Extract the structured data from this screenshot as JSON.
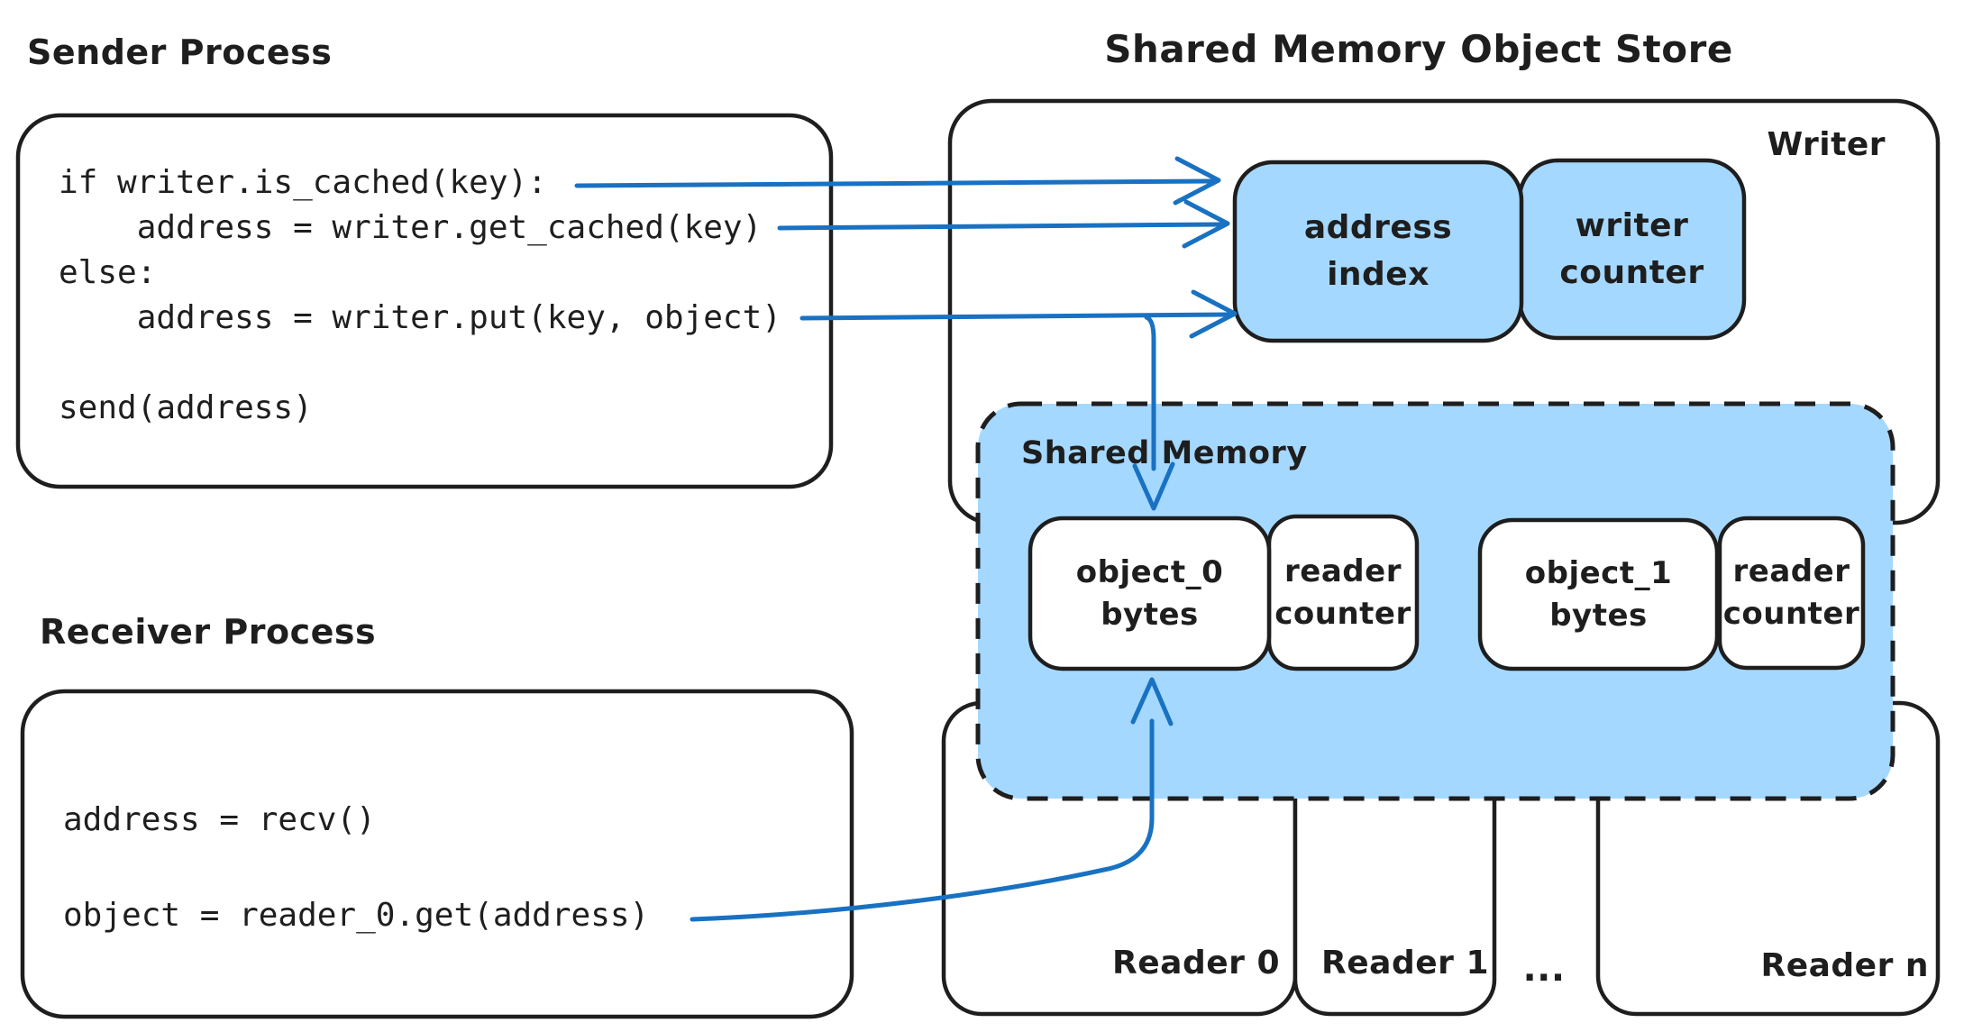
{
  "colors": {
    "ink": "#1e1e1e",
    "blue_fill": "#a5d8ff",
    "blue_stroke": "#1971c2",
    "background": "#ffffff"
  },
  "sender": {
    "title": "Sender Process",
    "code_lines": [
      "if writer.is_cached(key):",
      "    address = writer.get_cached(key)",
      "else:",
      "    address = writer.put(key, object)",
      "",
      "send(address)"
    ]
  },
  "receiver": {
    "title": "Receiver Process",
    "code_lines": [
      "address = recv()",
      "object = reader_0.get(address)"
    ]
  },
  "store": {
    "title": "Shared Memory Object Store",
    "writer_label": "Writer",
    "address_index": {
      "line1": "address",
      "line2": "index"
    },
    "writer_counter": {
      "line1": "writer",
      "line2": "counter"
    },
    "shared_memory": {
      "label": "Shared Memory",
      "slots": [
        {
          "name_l1": "object_0",
          "name_l2": "bytes",
          "counter_l1": "reader",
          "counter_l2": "counter"
        },
        {
          "name_l1": "object_1",
          "name_l2": "bytes",
          "counter_l1": "reader",
          "counter_l2": "counter"
        }
      ]
    },
    "readers": {
      "reader0": "Reader 0",
      "reader1": "Reader 1",
      "dots": "...",
      "readern": "Reader n"
    }
  }
}
